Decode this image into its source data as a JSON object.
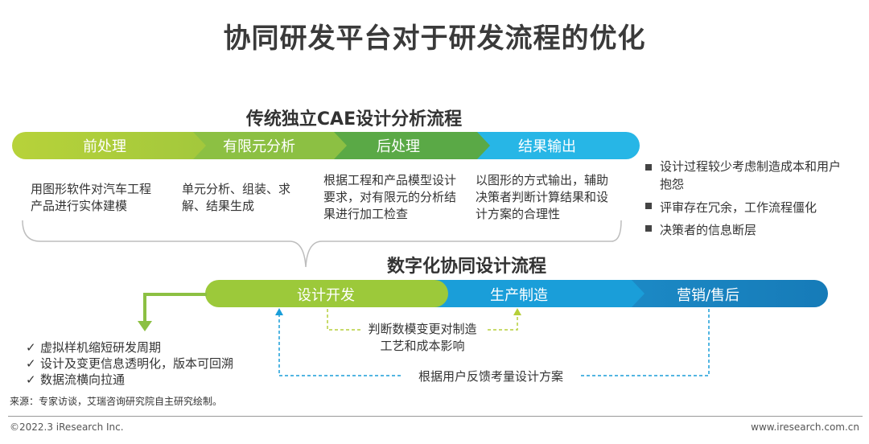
{
  "title": "协同研发平台对于研发流程的优化",
  "traditional": {
    "title": "传统独立CAE设计分析流程",
    "stages": [
      {
        "label": "前处理",
        "color": "#a9c938"
      },
      {
        "label": "有限元分析",
        "color": "#8cc043"
      },
      {
        "label": "后处理",
        "color": "#5aa946"
      },
      {
        "label": "结果输出",
        "color": "#27b6e6"
      }
    ],
    "descriptions": [
      "用图形软件对汽车工程产品进行实体建模",
      "单元分析、组装、求解、结果生成",
      "根据工程和产品模型设计要求，对有限元的分析结果进行加工检查",
      "以图形的方式输出，辅助决策者判断计算结果和设计方案的合理性"
    ],
    "issues": [
      "设计过程较少考虑制造成本和用户抱怨",
      "评审存在冗余，工作流程僵化",
      "决策者的信息断层"
    ]
  },
  "digital": {
    "title": "数字化协同设计流程",
    "stages": [
      {
        "label": "设计开发",
        "color": "#9cc93a"
      },
      {
        "label": "生产制造",
        "color": "#1a9ed9"
      },
      {
        "label": "营销/售后",
        "color": "#1c8ac6"
      }
    ],
    "feedback_inner": "判断数模变更对制造工艺和成本影响",
    "feedback_outer": "根据用户反馈考量设计方案",
    "benefits": [
      "虚拟样机缩短研发周期",
      "设计及变更信息透明化，版本可回溯",
      "数据流横向拉通"
    ]
  },
  "source": "来源：专家访谈，艾瑞咨询研究院自主研究绘制。",
  "footer": {
    "copyright": "©2022.3 iResearch Inc.",
    "website": "www.iresearch.com.cn"
  }
}
